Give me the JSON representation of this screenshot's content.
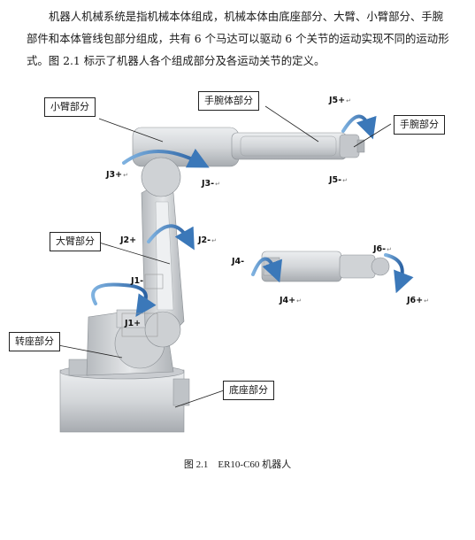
{
  "paragraph": {
    "lines": [
      "机器人机械系统是指机械本体组成，机械本体由底座部分、大臂、小臂部分、手腕",
      "部件和本体管线包部分组成，共有 6 个马达可以驱动 6 个关节的运动实现不同的运动形",
      "式。图 2.1 标示了机器人各个组成部分及各运动关节的定义。"
    ]
  },
  "figure": {
    "callouts": {
      "forearm": "小臂部分",
      "wrist_body": "手腕体部分",
      "wrist": "手腕部分",
      "upper_arm": "大臂部分",
      "turret": "转座部分",
      "base": "底座部分"
    },
    "joints": {
      "j5_plus": "J5+",
      "j5_minus": "J5-",
      "j3_plus": "J3+",
      "j3_minus": "J3-",
      "j2_plus": "J2+",
      "j2_minus": "J2-",
      "j1_minus": "J1-",
      "j1_plus": "J1+",
      "j4_minus": "J4-",
      "j4_plus": "J4+",
      "j6_minus": "J6-",
      "j6_plus": "J6+"
    },
    "para_mark": "↵"
  },
  "caption": {
    "number": "图 2.1",
    "title": "ER10-C60 机器人"
  },
  "colors": {
    "robot_body": "#d6d8db",
    "robot_shadow": "#a9adb2",
    "arrow_blue": "#3b78b9"
  }
}
